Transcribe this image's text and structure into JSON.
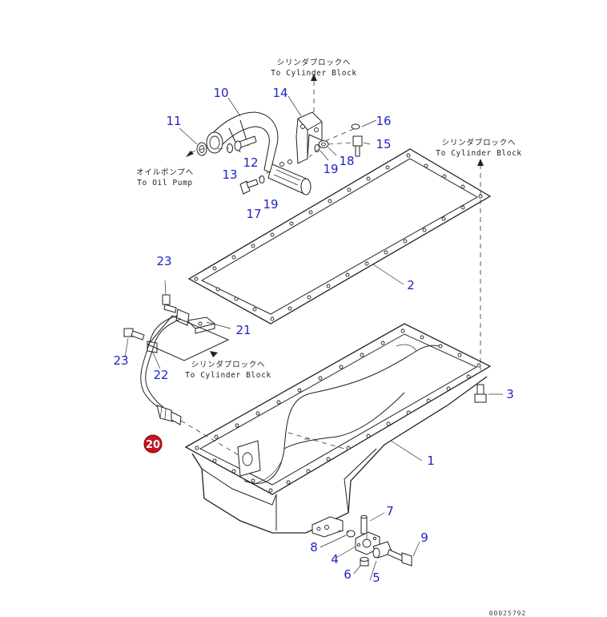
{
  "notes": {
    "cylinder_block_jp": "シリンダブロックへ",
    "cylinder_block_en": "To Cylinder Block",
    "oil_pump_jp": "オイルポンプへ",
    "oil_pump_en": "To Oil Pump"
  },
  "labels": {
    "p1": "1",
    "p2": "2",
    "p3": "3",
    "p4": "4",
    "p5": "5",
    "p6": "6",
    "p7": "7",
    "p8": "8",
    "p9": "9",
    "p10": "10",
    "p11": "11",
    "p12": "12",
    "p13": "13",
    "p14": "14",
    "p15": "15",
    "p16": "16",
    "p17": "17",
    "p18": "18",
    "p19": "19",
    "p20": "20",
    "p21": "21",
    "p22": "22",
    "p23": "23"
  },
  "highlight": {
    "part": "20",
    "color": "#c8141e"
  },
  "colors": {
    "label_blue": "#1f24c4",
    "line": "#222222",
    "background": "#ffffff"
  },
  "doc": {
    "drawing_number": "00025792"
  }
}
